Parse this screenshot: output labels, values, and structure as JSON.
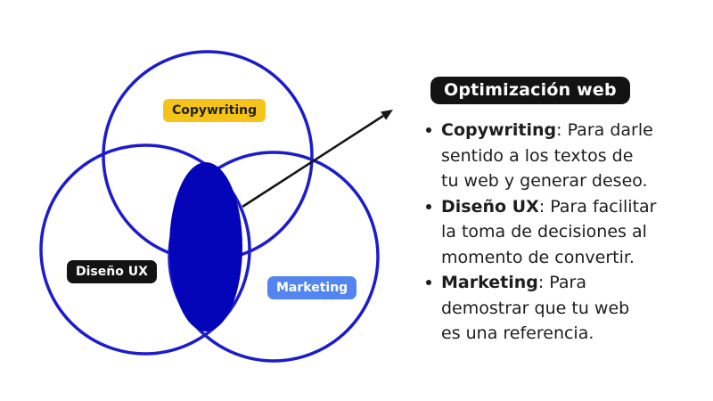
{
  "colors": {
    "circle_stroke": "#1c1ccd",
    "intersection_fill": "#0404b8",
    "arrow": "#161616",
    "label_copywriting_bg": "#f6c418",
    "label_copywriting_text": "#222222",
    "label_diseno_bg": "#131313",
    "label_diseno_text": "#ffffff",
    "label_marketing_bg": "#5285f2",
    "label_marketing_text": "#ffffff",
    "title_bg": "#131313",
    "title_text": "#ffffff",
    "body_text": "#1d1d1d",
    "background": "#ffffff"
  },
  "venn": {
    "labels": {
      "copywriting": "Copywriting",
      "diseno_ux": "Diseño UX",
      "marketing": "Marketing"
    }
  },
  "panel": {
    "title": "Optimización web",
    "bullets": [
      {
        "term": "Copywriting",
        "line1_rest": ": Para darle",
        "line2": "sentido a los textos de",
        "line3": "tu web y generar deseo.",
        "full_text": "Copywriting: Para darle sentido a los textos de tu web y generar deseo."
      },
      {
        "term": "Diseño UX",
        "line1_rest": ": Para facilitar",
        "line2": "la toma de decisiones al",
        "line3": "momento de convertir.",
        "full_text": "Diseño UX: Para facilitar la toma de decisiones al momento de convertir."
      },
      {
        "term": "Marketing",
        "line1_rest": ": Para",
        "line2": "demostrar que tu web",
        "line3": "es una referencia.",
        "full_text": "Marketing: Para demostrar que tu web es una referencia."
      }
    ]
  }
}
